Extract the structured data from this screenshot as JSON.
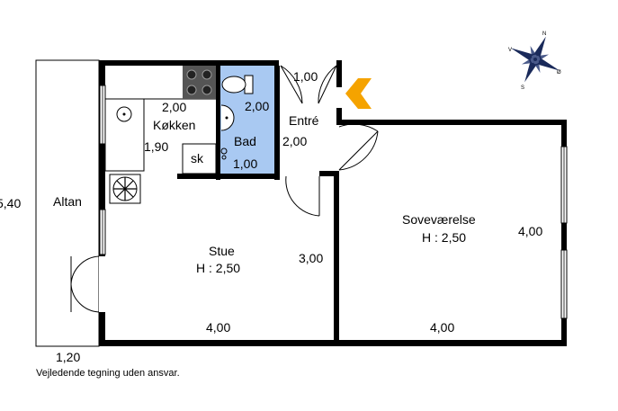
{
  "floorplan": {
    "rooms": {
      "altan": {
        "name": "Altan",
        "height_dim": "5,40",
        "width_dim": "1,20"
      },
      "kokken": {
        "name": "Køkken",
        "dim_top": "2,00",
        "dim_side": "1,90"
      },
      "bad": {
        "name": "Bad",
        "dim_top": "2,00",
        "dim_bottom": "1,00"
      },
      "sk": {
        "name": "sk"
      },
      "entre": {
        "name": "Entré",
        "dim_top": "1,00",
        "dim_side": "2,00"
      },
      "stue": {
        "name": "Stue",
        "height": "H : 2,50",
        "dim_bottom": "4,00",
        "dim_side": "3,00"
      },
      "sovevaerelse": {
        "name": "Soveværelse",
        "height": "H : 2,50",
        "dim_bottom": "4,00",
        "dim_side": "4,00"
      }
    },
    "compass": {
      "letters": [
        "V",
        "Ø",
        "S",
        "N"
      ]
    },
    "entrance_arrow_color": "#F5A300",
    "bathroom_color": "#A9C9F2",
    "disclaimer": "Vejledende tegning uden ansvar."
  }
}
